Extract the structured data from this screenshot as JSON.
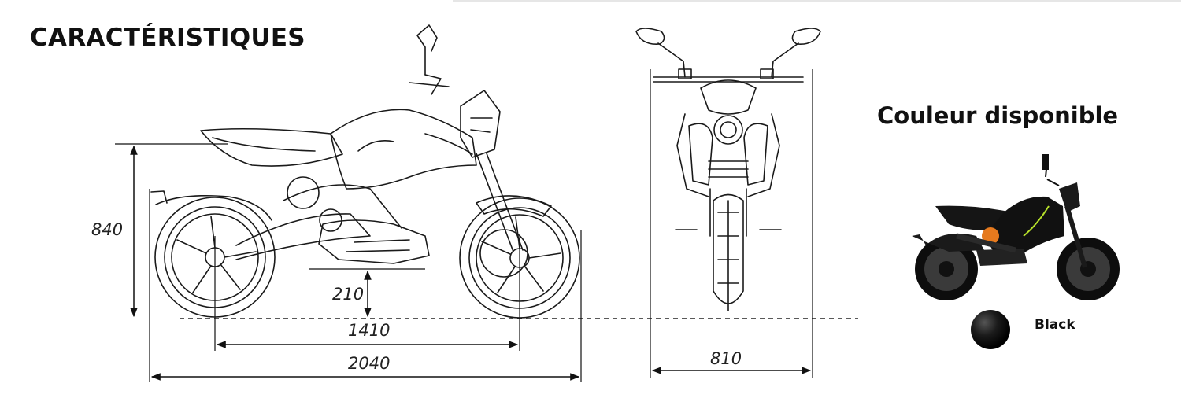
{
  "title": "CARACTÉRISTIQUES",
  "color_section": {
    "heading": "Couleur disponible",
    "options": [
      {
        "label": "Black",
        "swatch_color": "#000000"
      }
    ]
  },
  "dimensions": {
    "seat_height": "840",
    "ground_clearance": "210",
    "wheelbase": "1410",
    "overall_length": "2040",
    "width": "810"
  },
  "colors": {
    "line_art": "#1a1a1a",
    "accent_green": "#b6e02a",
    "accent_orange": "#e67a1e"
  }
}
